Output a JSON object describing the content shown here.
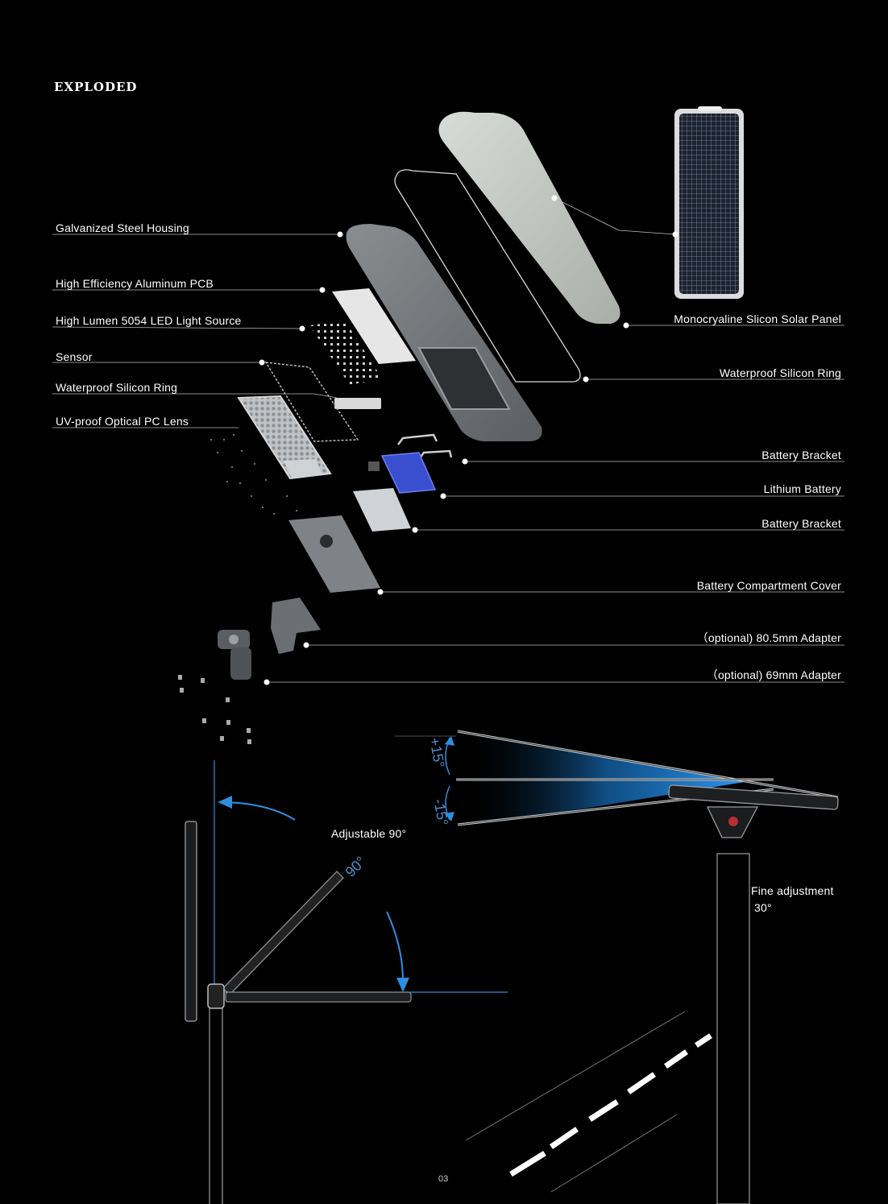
{
  "header": {
    "title": "EXPLODED"
  },
  "left_labels": [
    "Galvanized Steel Housing",
    "High Efficiency Aluminum PCB",
    "High Lumen 5054 LED Light Source",
    "Sensor",
    "Waterproof Silicon Ring",
    "UV-proof Optical PC Lens"
  ],
  "right_labels": [
    "Monocryaline Slicon Solar Panel",
    "Waterproof Silicon Ring",
    "Battery Bracket",
    "Lithium Battery",
    "Battery Bracket",
    "Battery Compartment Cover",
    "（optional) 80.5mm Adapter",
    "（optional) 69mm Adapter"
  ],
  "adjust": {
    "adjustable": "Adjustable 90°",
    "angle_90": "90°",
    "plus15": "+15°",
    "minus15": "-15°",
    "fine_line1": "Fine adjustment",
    "fine_line2": "30°"
  },
  "footer": {
    "page_number": "03"
  },
  "colors": {
    "accent": "#2e8fe0",
    "background": "#000000",
    "panel": "#c8ccc8",
    "battery": "#3a4fd0"
  }
}
